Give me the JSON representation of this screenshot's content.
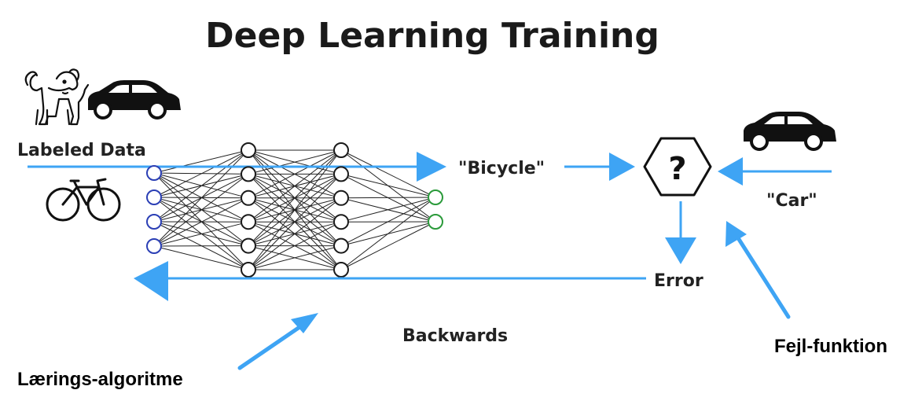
{
  "title": "Deep Learning Training",
  "labels": {
    "labeled_data": "Labeled Data",
    "prediction": "\"Bicycle\"",
    "target": "\"Car\"",
    "error": "Error",
    "backwards": "Backwards",
    "question_mark": "?"
  },
  "annotations": {
    "learning_algorithm": "Lærings-algoritme",
    "error_function": "Fejl-funktion"
  },
  "network": {
    "input_nodes": 4,
    "hidden_layer_1_nodes": 6,
    "hidden_layer_2_nodes": 6,
    "output_nodes": 2
  },
  "icons": [
    "dog-icon",
    "car-icon",
    "bicycle-icon",
    "car-target-icon"
  ],
  "colors": {
    "arrow": "#3ea4f4",
    "input_node": "#2b3fb5",
    "hidden_node": "#1a1a1a",
    "output_node": "#2a9a3a"
  }
}
